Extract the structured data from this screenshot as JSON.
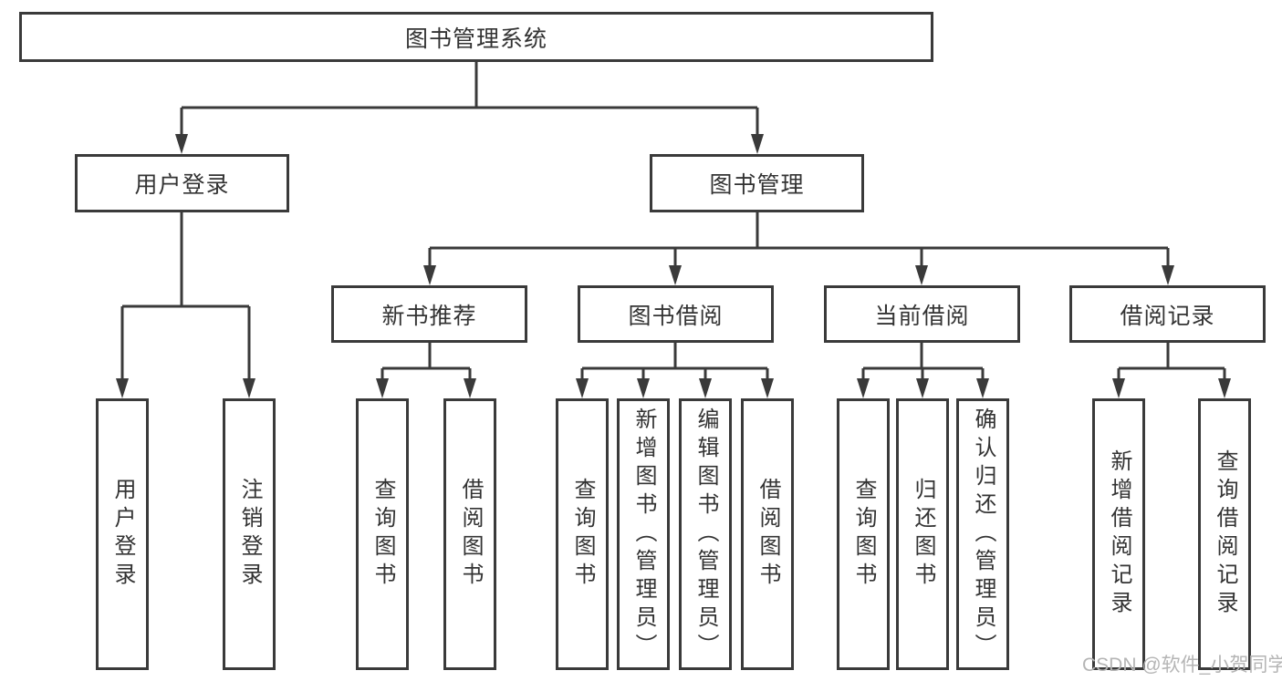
{
  "colors": {
    "background": "#ffffff",
    "line": "#3a3a3a",
    "text": "#333333",
    "watermark": "#b5b5b5"
  },
  "diagram_type": "hierarchy-tree",
  "nodes": {
    "root": {
      "label": "图书管理系统"
    },
    "level2": [
      {
        "label": "用户登录"
      },
      {
        "label": "图书管理"
      }
    ],
    "level3": [
      {
        "label": "新书推荐"
      },
      {
        "label": "图书借阅"
      },
      {
        "label": "当前借阅"
      },
      {
        "label": "借阅记录"
      }
    ],
    "leaves": [
      {
        "label": "用户登录"
      },
      {
        "label": "注销登录"
      },
      {
        "label": "查询图书"
      },
      {
        "label": "借阅图书"
      },
      {
        "label": "查询图书"
      },
      {
        "label": "新增图书（管理员）"
      },
      {
        "label": "编辑图书（管理员）"
      },
      {
        "label": "借阅图书"
      },
      {
        "label": "查询图书"
      },
      {
        "label": "归还图书"
      },
      {
        "label": "确认归还（管理员）"
      },
      {
        "label": "新增借阅记录"
      },
      {
        "label": "查询借阅记录"
      }
    ]
  },
  "watermark": {
    "text": "CSDN @软件_小贺同学"
  }
}
